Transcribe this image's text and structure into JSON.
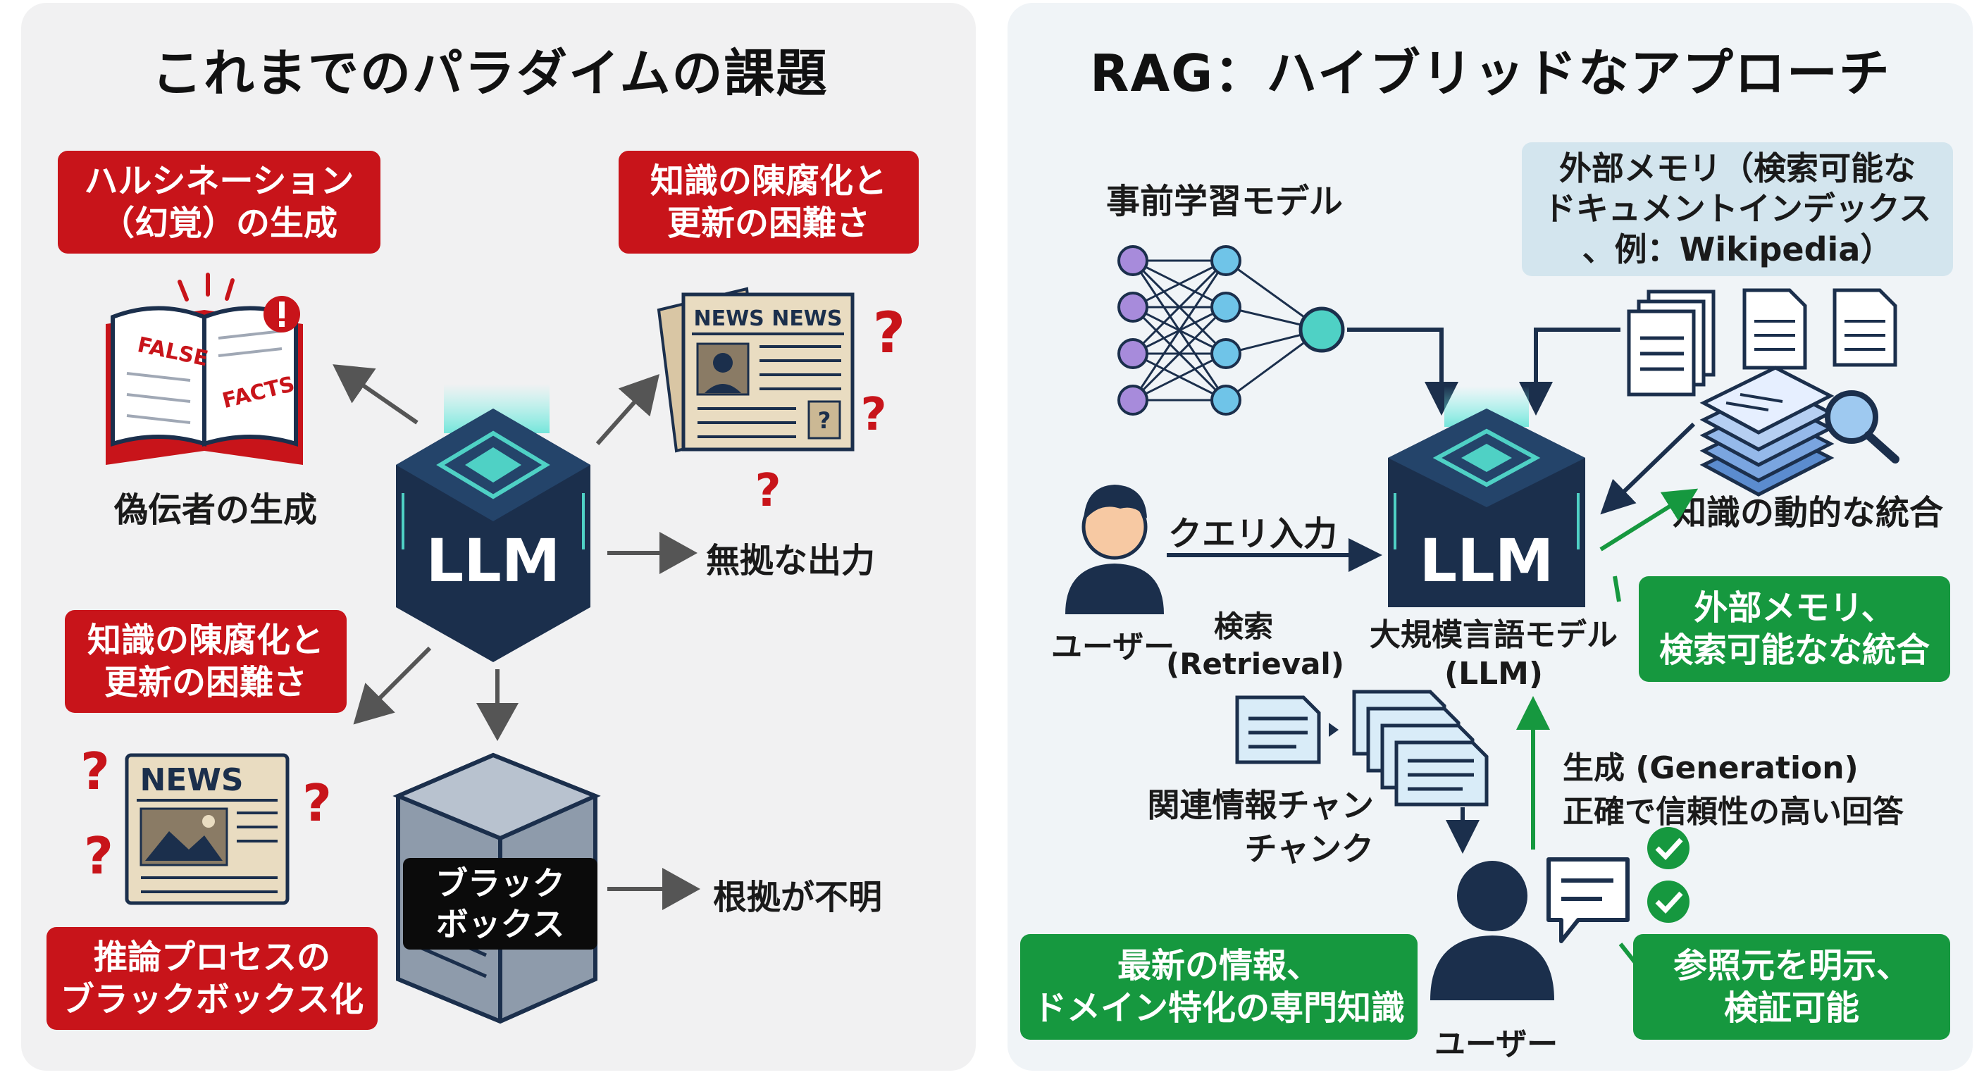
{
  "left": {
    "title": "これまでのパラダイムの課題",
    "callouts": {
      "hallucination": [
        "ハルシネーション",
        "（幻覚）の生成"
      ],
      "staleness_top": [
        "知識の陳腐化と",
        "更新の困難さ"
      ],
      "staleness_bottom": [
        "知識の陳腐化と",
        "更新の困難さ"
      ],
      "blackbox": [
        "推論プロセスの",
        "ブラックボックス化"
      ]
    },
    "labels": {
      "fake_info": "偽伝者の生成",
      "baseless": "無拠な出力",
      "unclear": "根拠が不明"
    },
    "book": {
      "text1": "FALSE",
      "text2": "FACTS"
    },
    "newspaper_top": {
      "header": "NEWS NEWS"
    },
    "newspaper_bottom": {
      "header": "NEWS"
    },
    "llm_label": "LLM",
    "blackbox_label": [
      "ブラック",
      "ボックス"
    ]
  },
  "right": {
    "title": "RAG：ハイブリッドなアプローチ",
    "pretrained_label": "事前学習モデル",
    "memory_box": [
      "外部メモリ（検索可能な",
      "ドキュメントインデックス",
      "、例：Wikipedia）"
    ],
    "dynamic_label": "知識の動的な統合",
    "query_label": "クエリ入力",
    "user_top": "ユーザー",
    "retrieval_label": [
      "検索",
      "(Retrieval)"
    ],
    "llm_label": "LLM",
    "llm_caption": [
      "大規模言語モデル",
      "(LLM)"
    ],
    "chunks_label": [
      "関連情報チャン",
      "チャンク"
    ],
    "generation_label": [
      "生成 (Generation)",
      "正確で信頼性の高い回答"
    ],
    "user_bottom": "ユーザー",
    "green_boxes": {
      "memory_integration": [
        "外部メモリ、",
        "検索可能なな統合"
      ],
      "latest_info": [
        "最新の情報、",
        "ドメイン特化の専門知識"
      ],
      "citation": [
        "参照元を明示、",
        "検証可能"
      ]
    }
  },
  "colors": {
    "red": "#c8141a",
    "green": "#16983f",
    "navy": "#1b2f4c",
    "cyan": "#4fd1c5",
    "light_blue_box": "#d3e5ee"
  }
}
